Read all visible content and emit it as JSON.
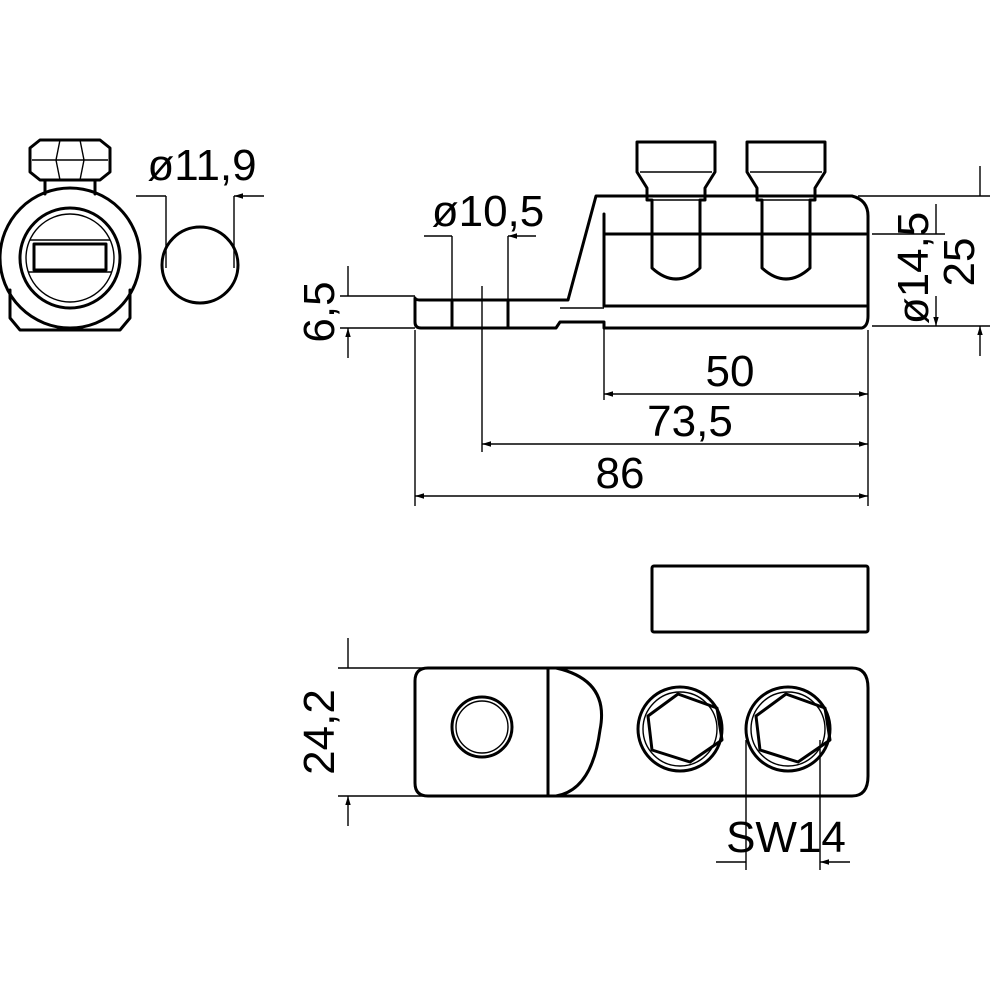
{
  "dimensions": {
    "end_diameter": "ø11,9",
    "hole_diameter": "ø10,5",
    "lug_thickness": "6,5",
    "bore_diameter": "ø14,5",
    "overall_height": "25",
    "clamp_length": "50",
    "hole_to_end": "73,5",
    "overall_length": "86",
    "width": "24,2",
    "wrench_size": "SW14"
  }
}
